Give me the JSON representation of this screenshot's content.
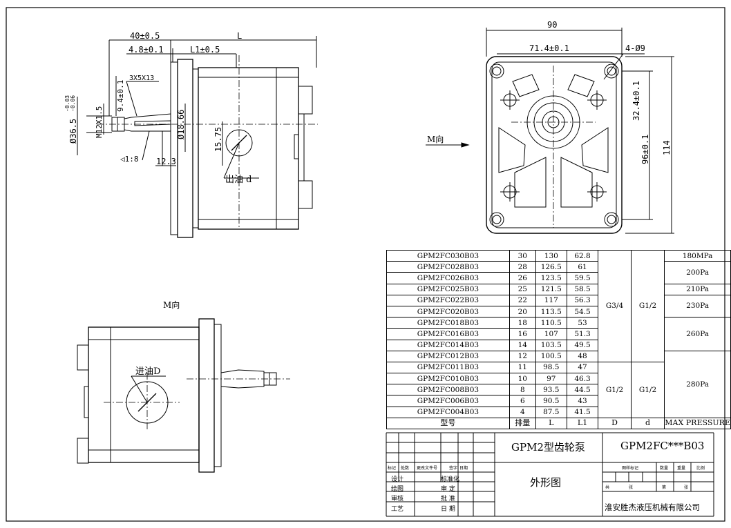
{
  "views": {
    "side": {
      "dims": {
        "d40": "40±0.5",
        "L": "L",
        "d4_8": "4.8±0.1",
        "L1": "L1±0.5",
        "key": "3X5X13",
        "d9_4": "9.4±0.1",
        "tol_hi": "-0.03",
        "tol_lo": "-0.06",
        "d36_5": "Ø36.5",
        "m12": "M12X1.5",
        "d18_66": "Ø18.66",
        "d15_75": "15.75",
        "taper": "1:8",
        "d12_3": "12.3",
        "outlet": "出油 d"
      }
    },
    "front": {
      "dims": {
        "w90": "90",
        "d71_4": "71.4±0.1",
        "holes": "4-Ø9",
        "d32_4": "32.4±0.1",
        "d96": "96±0.1",
        "h114": "114"
      },
      "m_label": "M向"
    },
    "mview": {
      "title": "M向",
      "inlet": "进油D"
    }
  },
  "spec_table": {
    "rows": [
      {
        "model": "GPM2FC030B03",
        "disp": "30",
        "L": "130",
        "L1": "62.8"
      },
      {
        "model": "GPM2FC028B03",
        "disp": "28",
        "L": "126.5",
        "L1": "61"
      },
      {
        "model": "GPM2FC026B03",
        "disp": "26",
        "L": "123.5",
        "L1": "59.5"
      },
      {
        "model": "GPM2FC025B03",
        "disp": "25",
        "L": "121.5",
        "L1": "58.5"
      },
      {
        "model": "GPM2FC022B03",
        "disp": "22",
        "L": "117",
        "L1": "56.3"
      },
      {
        "model": "GPM2FC020B03",
        "disp": "20",
        "L": "113.5",
        "L1": "54.5"
      },
      {
        "model": "GPM2FC018B03",
        "disp": "18",
        "L": "110.5",
        "L1": "53"
      },
      {
        "model": "GPM2FC016B03",
        "disp": "16",
        "L": "107",
        "L1": "51.3"
      },
      {
        "model": "GPM2FC014B03",
        "disp": "14",
        "L": "103.5",
        "L1": "49.5"
      },
      {
        "model": "GPM2FC012B03",
        "disp": "12",
        "L": "100.5",
        "L1": "48"
      },
      {
        "model": "GPM2FC011B03",
        "disp": "11",
        "L": "98.5",
        "L1": "47"
      },
      {
        "model": "GPM2FC010B03",
        "disp": "10",
        "L": "97",
        "L1": "46.3"
      },
      {
        "model": "GPM2FC008B03",
        "disp": "8",
        "L": "93.5",
        "L1": "44.5"
      },
      {
        "model": "GPM2FC006B03",
        "disp": "6",
        "L": "90.5",
        "L1": "43"
      },
      {
        "model": "GPM2FC004B03",
        "disp": "4",
        "L": "87.5",
        "L1": "41.5"
      }
    ],
    "D_groups": [
      "G3/4",
      "G1/2"
    ],
    "d_groups": [
      "G1/2",
      "G1/2"
    ],
    "pressures": [
      "180MPa",
      "200Pa",
      "210Pa",
      "230Pa",
      "260Pa",
      "280Pa"
    ],
    "header": {
      "model": "型号",
      "disp": "排量",
      "L": "L",
      "L1": "L1",
      "D": "D",
      "d": "d",
      "p": "MAX PRESSURE"
    }
  },
  "title_block": {
    "product_name": "GPM2型齿轮泵",
    "model_code": "GPM2FC***B03",
    "drawing_name": "外形图",
    "company": "淮安胜杰液压机械有限公司",
    "header_cells": [
      "标记",
      "处数",
      "更改文件号",
      "签字",
      "日期"
    ],
    "left_rows": [
      "设计",
      "绘图",
      "审核",
      "工艺"
    ],
    "mid_rows": [
      "标准化",
      "审 定",
      "批 准",
      "日 期"
    ],
    "right_hdr": [
      "图样标记",
      "数量",
      "重量",
      "比例"
    ],
    "right_lower": [
      "共",
      "张",
      "第",
      "张"
    ]
  }
}
